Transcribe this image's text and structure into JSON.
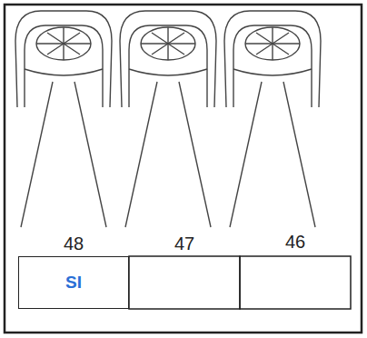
{
  "diagram": {
    "nodes": [
      {
        "text": [
          "SI"
        ]
      }
    ],
    "labels": [
      "48",
      "47",
      "46"
    ]
  }
}
